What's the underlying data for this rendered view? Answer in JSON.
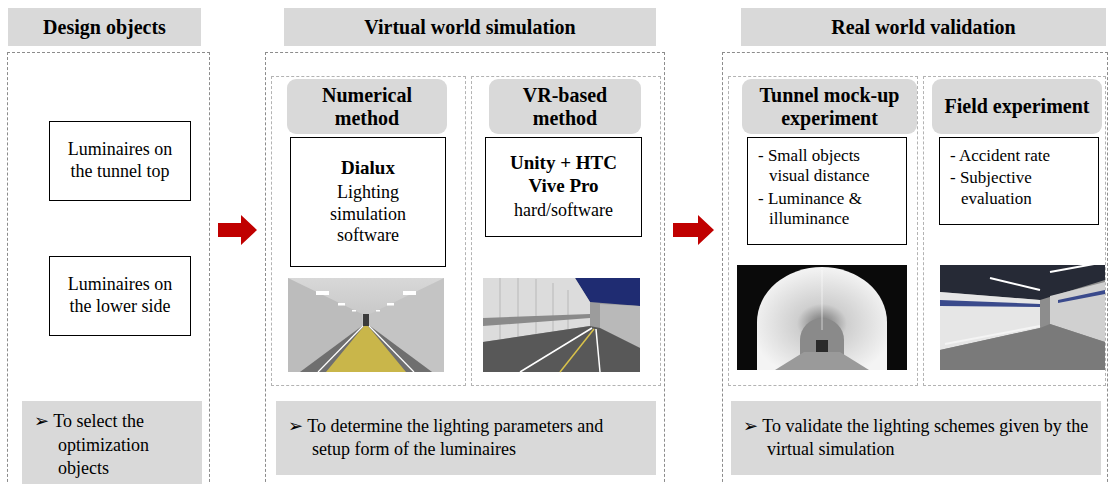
{
  "diagram": {
    "nodes": [
      {
        "text": [
          "Design objects"
        ]
      },
      {
        "text": [
          "Luminaires on the tunnel top"
        ],
        "in": 0
      },
      {
        "text": [
          "Luminaires on the lower side"
        ],
        "in": 0
      },
      {
        "text": [
          "➢ To select the optimization objects"
        ],
        "in": 0
      },
      {
        "text": [
          "Virtual world simulation"
        ]
      },
      {
        "text": [
          "Numerical method"
        ],
        "in": 4
      },
      {
        "text": [
          "Dialux",
          "Lighting simulation software"
        ],
        "in": 5
      },
      {
        "text": [
          "VR-based method"
        ],
        "in": 4
      },
      {
        "text": [
          "Unity + HTC Vive Pro",
          "hard/software"
        ],
        "in": 7
      },
      {
        "text": [
          "➢ To determine the lighting parameters and setup form of the luminaires"
        ],
        "in": 4
      },
      {
        "text": [
          "Real world validation"
        ]
      },
      {
        "text": [
          "Tunnel mock-up experiment"
        ],
        "in": 10
      },
      {
        "text": [
          "- Small objects visual distance",
          "- Luminance & illuminance"
        ],
        "in": 11
      },
      {
        "text": [
          "Field experiment"
        ],
        "in": 10
      },
      {
        "text": [
          "- Accident rate",
          "- Subjective evaluation"
        ],
        "in": 13
      },
      {
        "text": [
          "➢ To validate the lighting schemes given by the virtual simulation"
        ],
        "in": 10
      }
    ],
    "edges": [
      {
        "from": 0,
        "to": 4,
        "arrow": "to"
      },
      {
        "from": 4,
        "to": 10,
        "arrow": "to"
      }
    ]
  }
}
